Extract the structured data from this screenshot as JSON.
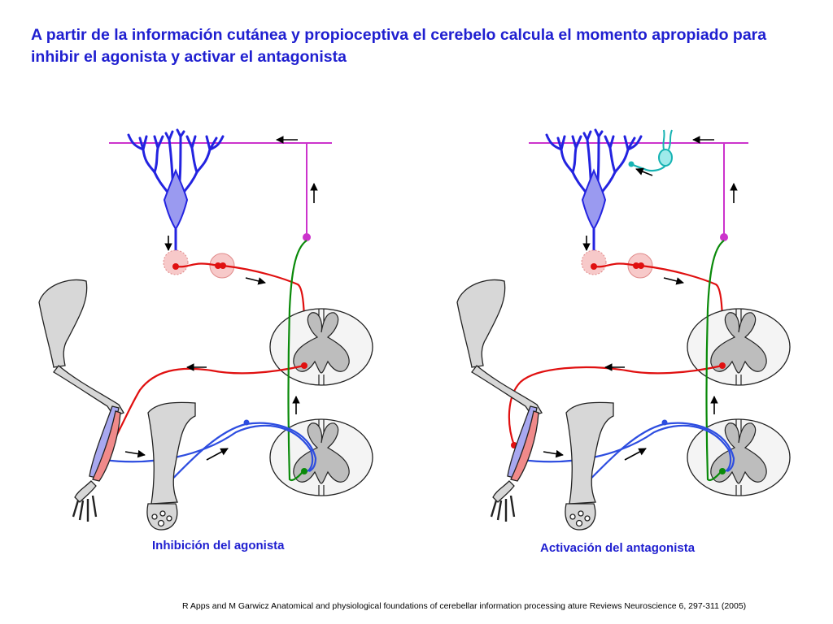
{
  "slide": {
    "title": "A partir de la información cutánea y propioceptiva el cerebelo calcula el momento apropiado para inhibir el agonista y activar el antagonista",
    "citation": "R Apps and M Garwicz Anatomical and physiological foundations of cerebellar information processing ature Reviews Neuroscience 6, 297-311 (2005)"
  },
  "panels": [
    {
      "caption": "Inhibición del agonista"
    },
    {
      "caption": "Activación del antagonista"
    }
  ],
  "colors": {
    "title_text": "#1f1fd0",
    "purkinje_cell": "#2323e0",
    "purkinje_fill": "#9a9af0",
    "parallel_fiber": "#cc33cc",
    "efferent_pathway": "#e01010",
    "nucleus_fill": "#f7c9c9",
    "afferent_pathway": "#2d4de0",
    "spinocerebellar_tract": "#0a8a0a",
    "interneuron": "#17b3b3",
    "bone_fill": "#d7d7d7",
    "spinal_grey_matter": "#bfbfbf",
    "agonist_muscle": "#a8a8f0",
    "antagonist_muscle": "#f08a8a"
  },
  "icons": [
    "purkinje-cell-icon",
    "interneuron-icon",
    "spinal-cord-section-icon",
    "arm-skeleton-icon",
    "leg-skeleton-icon",
    "direction-arrow-icon"
  ]
}
